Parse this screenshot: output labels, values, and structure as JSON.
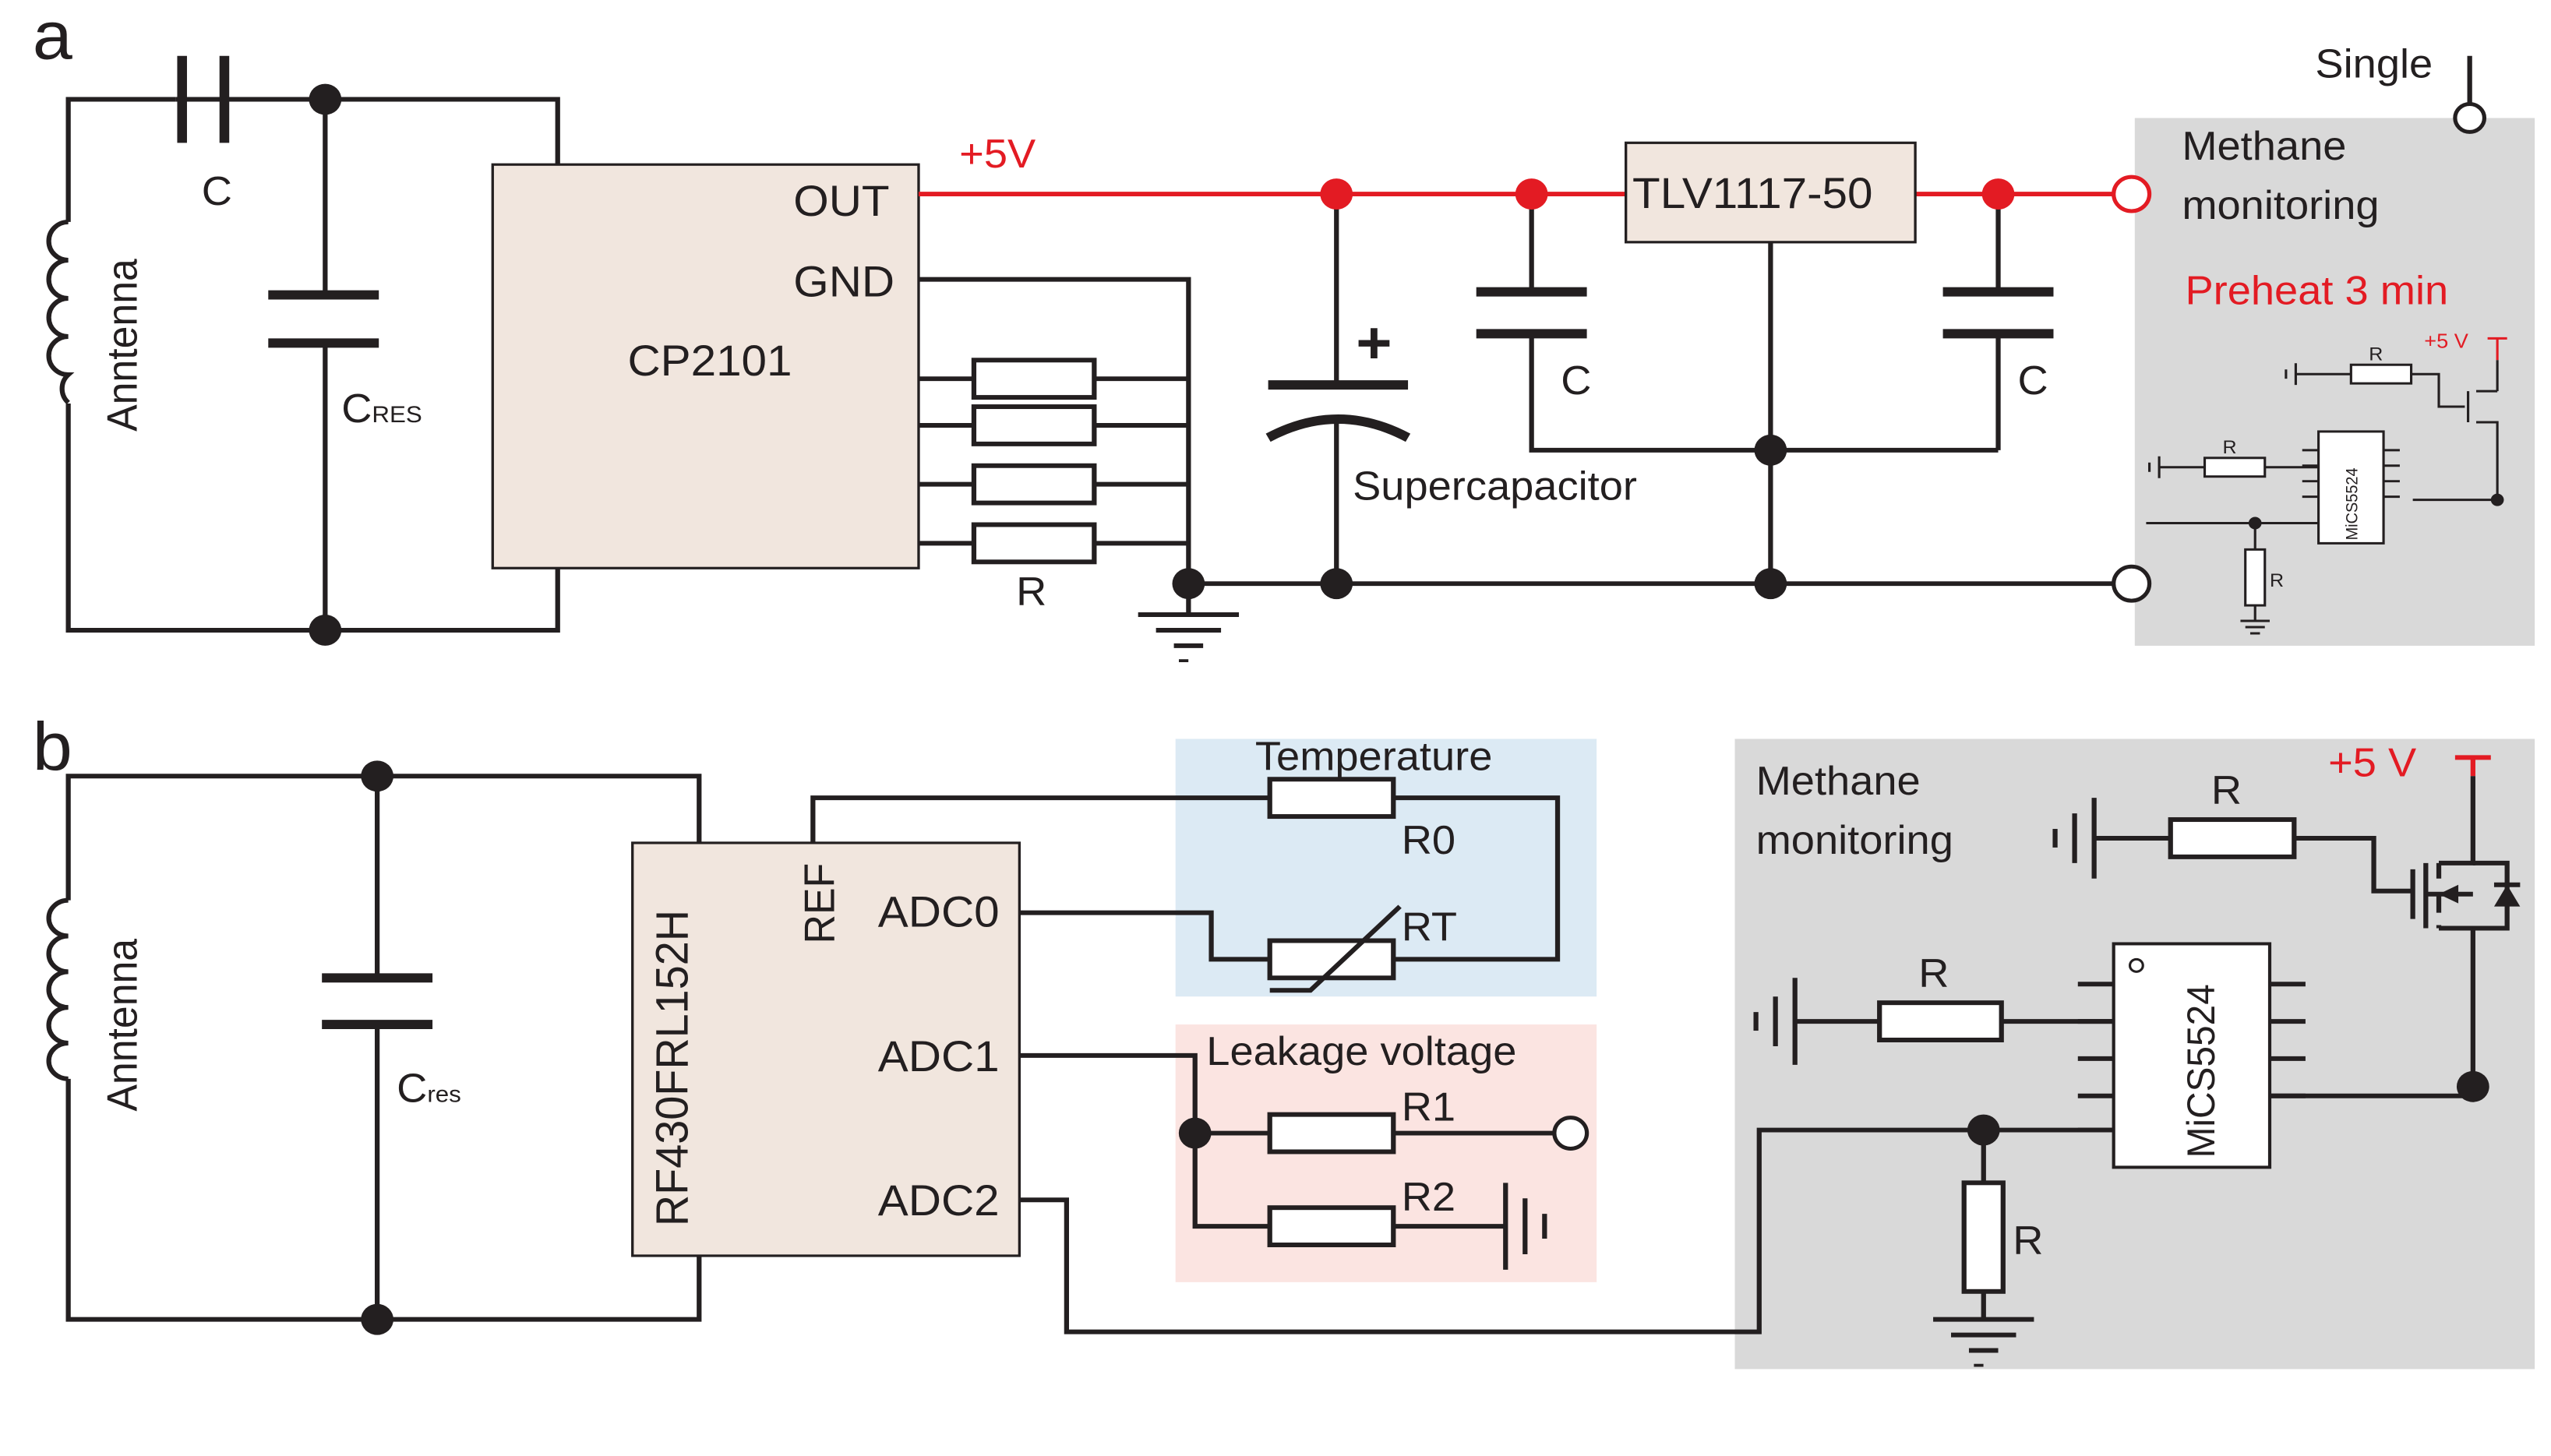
{
  "panel_a": {
    "label": "a",
    "capacitor_c": "C",
    "cres_main": "C",
    "cres_sub": "RES",
    "antenna": "Anntenna",
    "chip": "CP2101",
    "out": "OUT",
    "gnd": "GND",
    "resistor": "R",
    "vplus": "+5V",
    "supercap": "Supercapacitor",
    "plus": "+",
    "regulator": "TLV1117-50",
    "reg_cap_left": "C",
    "reg_cap_right": "C",
    "ground_minus": "-",
    "inset": {
      "single": "Single",
      "methane_line1": "Methane",
      "methane_line2": "monitoring",
      "preheat": "Preheat 3 min",
      "r1": "R",
      "r2": "R",
      "r3": "R",
      "vplus": "+5 V",
      "sensor": "MiCS5524"
    }
  },
  "panel_b": {
    "label": "b",
    "antenna": "Anntenna",
    "cres_main": "C",
    "cres_sub": "res",
    "chip": "RF430FRL152H",
    "ref": "REF",
    "adc0": "ADC0",
    "adc1": "ADC1",
    "adc2": "ADC2",
    "temperature": "Temperature",
    "r0": "R0",
    "rt": "RT",
    "leakage": "Leakage voltage",
    "r1": "R1",
    "r2": "R2",
    "methane_line1": "Methane",
    "methane_line2": "monitoring",
    "r_top": "R",
    "vplus": "+5 V",
    "r_mid": "R",
    "sensor": "MiCS5524",
    "r_bottom": "R",
    "ground_minus": "-"
  },
  "colors": {
    "wire": "#231f20",
    "power": "#e31b23",
    "chip_fill": "#f1e6de",
    "gray_panel": "#d9d9d9",
    "blue_panel": "#dceaf4",
    "pink_panel": "#fbe4e1"
  }
}
